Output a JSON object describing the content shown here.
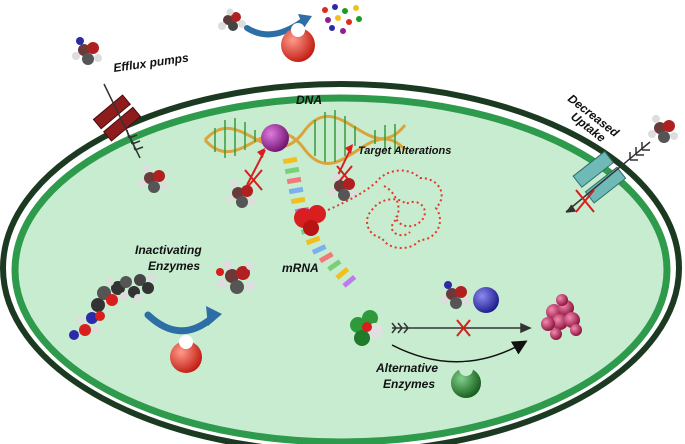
{
  "labels": {
    "efflux": "Efflux pumps",
    "dna": "DNA",
    "target_alterations": "Target Alterations",
    "decreased_line1": "Decreased",
    "decreased_line2": "Uptake",
    "inactivating_line1": "Inactivating",
    "inactivating_line2": "Enzymes",
    "mrna": "mRNA",
    "alternative_line1": "Alternative",
    "alternative_line2": "Enzymes"
  },
  "colors": {
    "cell_fill": "#c7ecd0",
    "inner_membrane": "#2d9a4c",
    "outer_membrane": "#1c3a22",
    "pump": "#8e1c1c",
    "porin": "#6fb9b6",
    "enzyme_red": "#e02a1e",
    "enzyme_blue": "#2c2aa8",
    "enzyme_green": "#1f6b22",
    "enzyme_purple": "#8e1f8e",
    "arrow_blue": "#2e6ea6",
    "dna_strand": "#d9a53b",
    "ribosome": "#d81e1e",
    "product": "#b51d4d"
  }
}
